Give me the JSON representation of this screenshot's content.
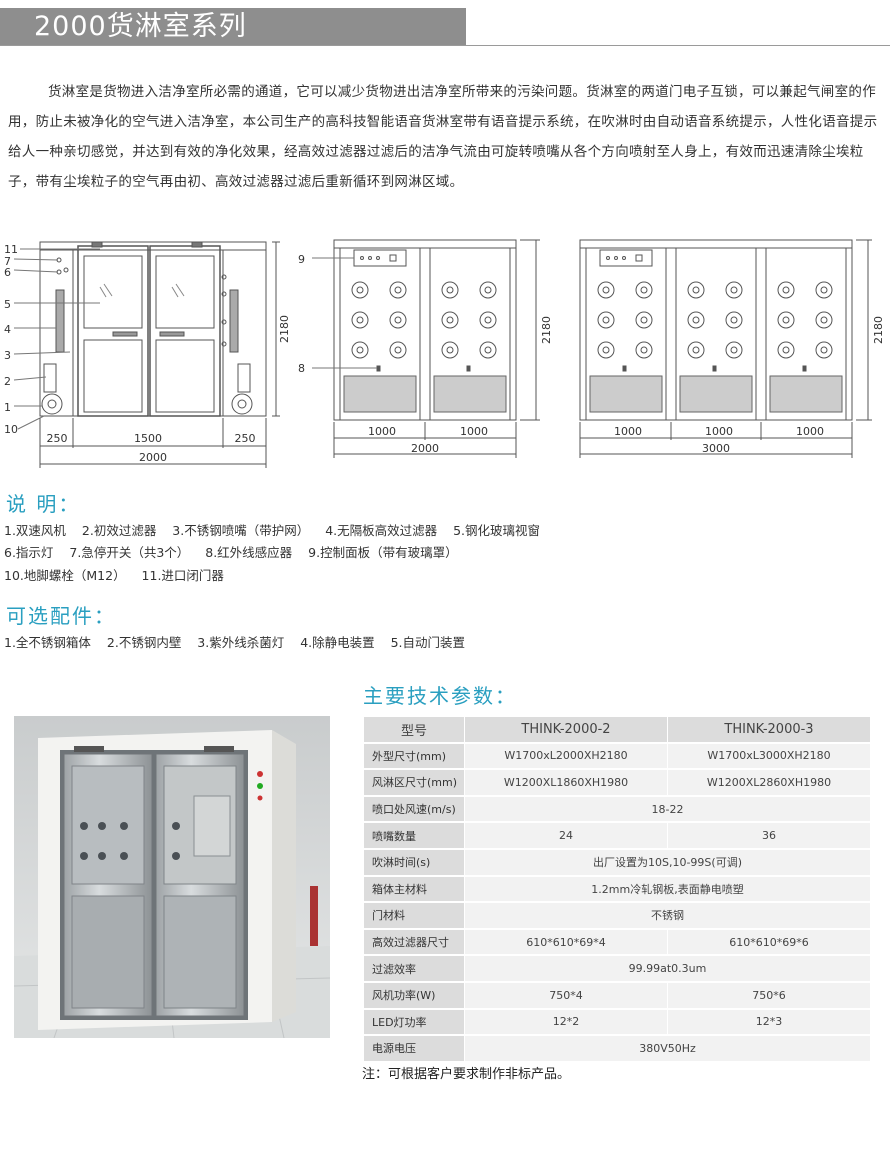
{
  "header": {
    "title": "2000货淋室系列"
  },
  "intro": "货淋室是货物进入洁净室所必需的通道，它可以减少货物进出洁净室所带来的污染问题。货淋室的两道门电子互锁，可以兼起气闸室的作用，防止未被净化的空气进入洁净室，本公司生产的高科技智能语音货淋室带有语音提示系统，在吹淋时由自动语音系统提示，人性化语音提示给人一种亲切感觉，并达到有效的净化效果，经高效过滤器过滤后的洁净气流由可旋转喷嘴从各个方向喷射至人身上，有效而迅速清除尘埃粒子，带有尘埃粒子的空气再由初、高效过滤器过滤后重新循环到网淋区域。",
  "diagram": {
    "front": {
      "numbers": [
        "11",
        "7",
        "6",
        "5",
        "4",
        "3",
        "2",
        "1",
        "10"
      ],
      "height": "2180",
      "widths": [
        "250",
        "1500",
        "250"
      ],
      "total": "2000"
    },
    "mid": {
      "numbers": [
        "9",
        "8"
      ],
      "height": "2180",
      "widths": [
        "1000",
        "1000"
      ],
      "total": "2000"
    },
    "right": {
      "height": "2180",
      "widths": [
        "1000",
        "1000",
        "1000"
      ],
      "total": "3000"
    }
  },
  "legend": {
    "title": "说 明：",
    "lines": [
      "1.双速风机  2.初效过滤器  3.不锈钢喷嘴（带护网）  4.无隔板高效过滤器  5.钢化玻璃视窗",
      "6.指示灯  7.急停开关（共3个）  8.红外线感应器  9.控制面板（带有玻璃罩）",
      "10.地脚螺栓（M12）  11.进口闭门器"
    ]
  },
  "options": {
    "title": "可选配件：",
    "line": "1.全不锈钢箱体  2.不锈钢内壁  3.紫外线杀菌灯  4.除静电装置  5.自动门装置"
  },
  "spec": {
    "title": "主要技术参数：",
    "header": [
      "型号",
      "THINK-2000-2",
      "THINK-2000-3"
    ],
    "rows": [
      [
        "外型尺寸(mm)",
        "W1700xL2000XH2180",
        "W1700xL3000XH2180"
      ],
      [
        "风淋区尺寸(mm)",
        "W1200XL1860XH1980",
        "W1200XL2860XH1980"
      ],
      [
        "喷口处风速(m/s)",
        "18-22"
      ],
      [
        "喷嘴数量",
        "24",
        "36"
      ],
      [
        "吹淋时间(s)",
        "出厂设置为10S,10-99S(可调)"
      ],
      [
        "箱体主材料",
        "1.2mm冷轧钢板,表面静电喷塑"
      ],
      [
        "门材料",
        "不锈钢"
      ],
      [
        "高效过滤器尺寸",
        "610*610*69*4",
        "610*610*69*6"
      ],
      [
        "过滤效率",
        "99.99at0.3um"
      ],
      [
        "风机功率(W)",
        "750*4",
        "750*6"
      ],
      [
        "LED灯功率",
        "12*2",
        "12*3"
      ],
      [
        "电源电压",
        "380V50Hz"
      ]
    ]
  },
  "note": "注：可根据客户要求制作非标产品。"
}
